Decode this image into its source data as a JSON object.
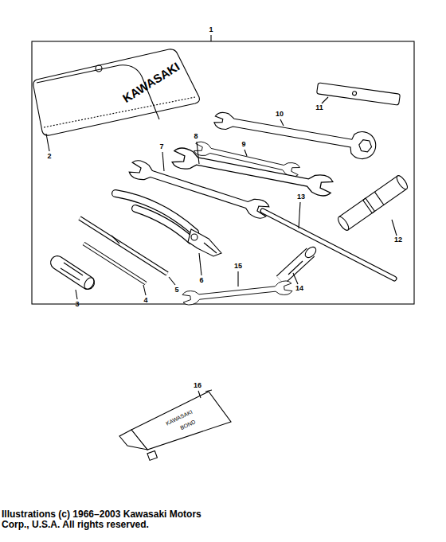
{
  "diagram": {
    "labels": [
      "1",
      "2",
      "3",
      "4",
      "5",
      "6",
      "7",
      "8",
      "9",
      "10",
      "11",
      "12",
      "13",
      "14",
      "15",
      "16",
      "KAWASAKI",
      "KAWASAKI",
      "BOND",
      "Illustrations (c) 1966–2003 Kawasaki Motors Corp., U.S.A.  All rights reserved."
    ]
  }
}
